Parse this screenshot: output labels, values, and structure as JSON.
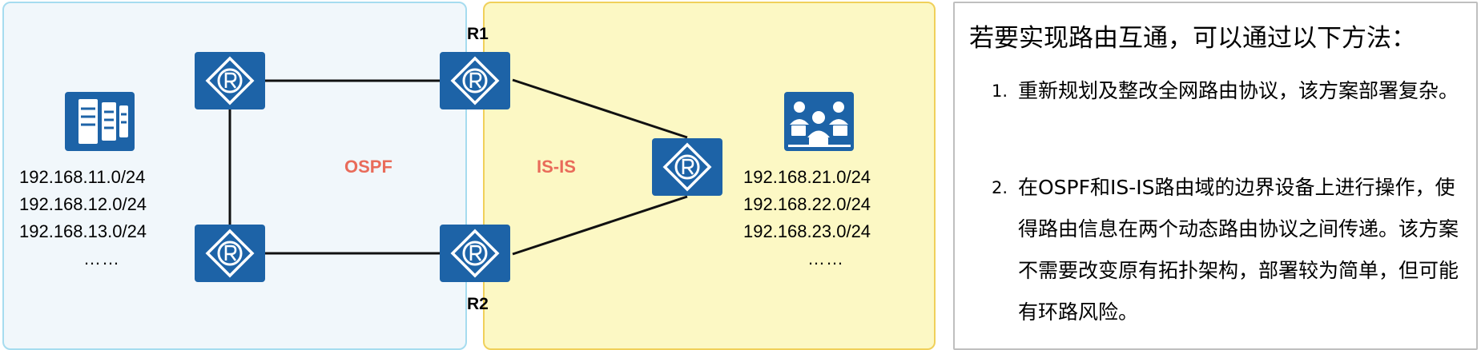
{
  "zones": {
    "ospf_label": "OSPF",
    "isis_label": "IS-IS"
  },
  "routers": {
    "r1_label": "R1",
    "r2_label": "R2"
  },
  "left_subnets": [
    "192.168.11.0/24",
    "192.168.12.0/24",
    "192.168.13.0/24",
    "……"
  ],
  "right_subnets": [
    "192.168.21.0/24",
    "192.168.22.0/24",
    "192.168.23.0/24",
    "……"
  ],
  "description": {
    "title": "若要实现路由互通，可以通过以下方法：",
    "items": [
      {
        "num": "1.",
        "text": "重新规划及整改全网路由协议，该方案部署复杂。"
      },
      {
        "num": "2.",
        "text": "在OSPF和IS-IS路由域的边界设备上进行操作，使得路由信息在两个动态路由协议之间传递。该方案不需要改变原有拓扑架构，部署较为简单，但可能有环路风险。"
      }
    ]
  },
  "colors": {
    "router_fill": "#1d63a7",
    "ospf_zone": "#f1f7fb",
    "ospf_border": "#a6dcef",
    "isis_zone": "#fcf8c4",
    "isis_border": "#f0d05a",
    "zone_label": "#e96b5a"
  },
  "icons": [
    "server-icon",
    "router-icon",
    "user-group-icon"
  ]
}
